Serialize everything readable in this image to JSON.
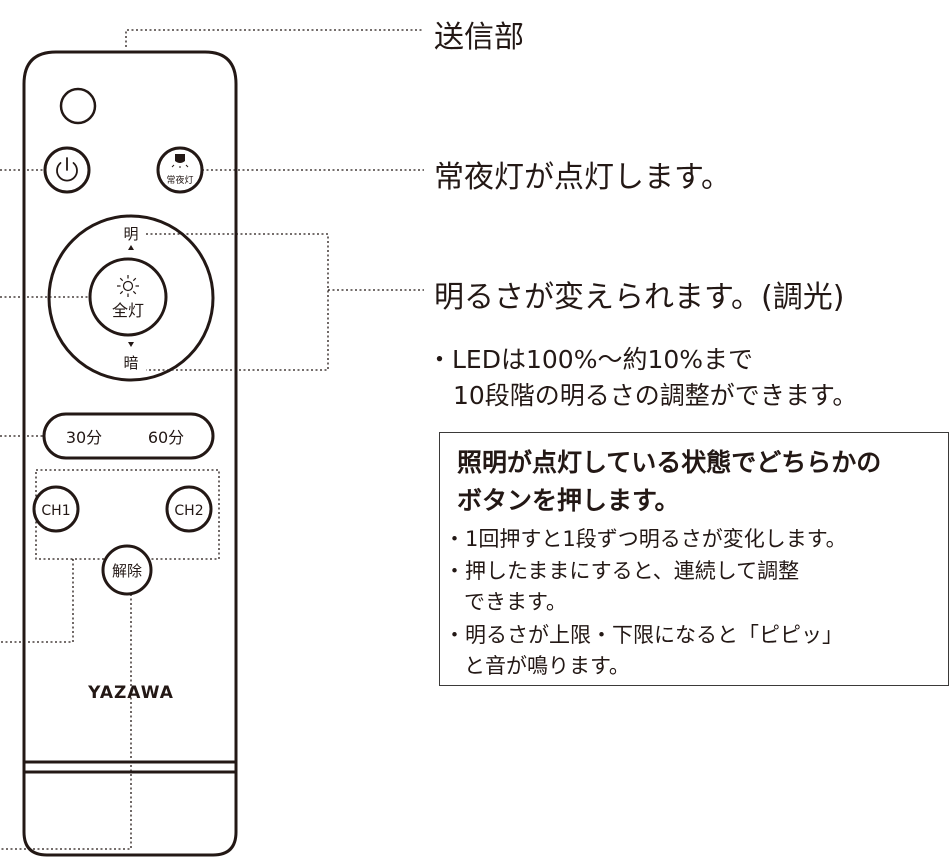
{
  "remote": {
    "power_button_icon": "power-icon",
    "night_light_button": {
      "icon": "night-light-icon",
      "label": "常夜灯"
    },
    "dial": {
      "top_label": "明",
      "bottom_label": "暗",
      "center_icon": "sun-icon",
      "center_label": "全灯"
    },
    "timer": {
      "left_label": "30分",
      "right_label": "60分"
    },
    "ch1_label": "CH1",
    "ch2_label": "CH2",
    "release_label": "解除",
    "brand": "YAZAWA"
  },
  "callouts": {
    "transmitter": "送信部",
    "night_light": "常夜灯が点灯します。",
    "brightness": "明るさが変えられます。(調光)",
    "brightness_note_line1": "・LEDは100%～約10%まで",
    "brightness_note_line2": "10段階の明るさの調整ができます。"
  },
  "note_box": {
    "title_line1": "照明が点灯している状態でどちらかの",
    "title_line2": "ボタンを押します。",
    "items": [
      "・1回押すと1段ずつ明るさが変化します。",
      "・押したままにすると、連続して調整",
      "できます。",
      "・明るさが上限・下限になると「ピピッ」",
      "と音が鳴ります。"
    ]
  },
  "colors": {
    "line": "#231815",
    "text": "#231815",
    "background": "#ffffff"
  }
}
